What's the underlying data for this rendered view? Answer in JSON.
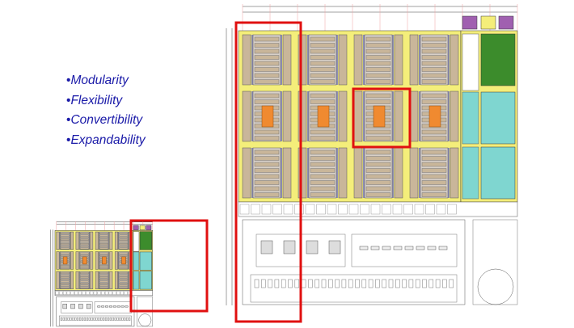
{
  "bullets": [
    "Modularity",
    "Flexibility",
    "Convertibility",
    "Expandability"
  ],
  "colors": {
    "bullet_text": "#1a1aa8",
    "highlight": "#e01010",
    "corridor": "#f4ee7a",
    "bay": "#c9b69a",
    "rack": "#8e8eb6",
    "core": "#f08a30",
    "green": "#3c8c2c",
    "teal": "#7fd6d0",
    "purple": "#a060b0"
  }
}
